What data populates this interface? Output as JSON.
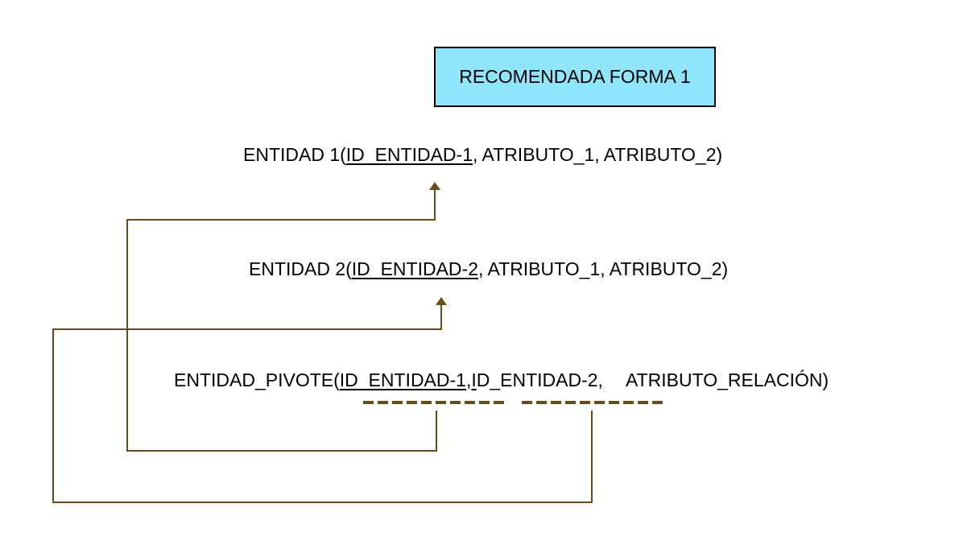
{
  "title": "RECOMENDADA FORMA 1",
  "colors": {
    "title_fill": "#8fe5fb",
    "connector": "#6b4a1c",
    "fk_dash": "#6b4a1c"
  },
  "entities": [
    {
      "name": "ENTIDAD 1(",
      "key": "ID_ENTIDAD-1",
      "rest": ", ATRIBUTO_1,  ATRIBUTO_2)"
    },
    {
      "name": "ENTIDAD 2(",
      "key": "ID_ENTIDAD-2",
      "rest": ", ATRIBUTO_1,  ATRIBUTO_2)"
    }
  ],
  "pivot": {
    "name": "ENTIDAD_PIVOTE(",
    "key1": "ID_ENTIDAD-1",
    "sep": ",",
    "key2_first": "I",
    "key2_rest": "D_ENTIDAD-2,",
    "rest": "ATRIBUTO_RELACIÓN)"
  },
  "connector_icons": [
    "arrow-up-icon",
    "arrow-up-icon"
  ]
}
